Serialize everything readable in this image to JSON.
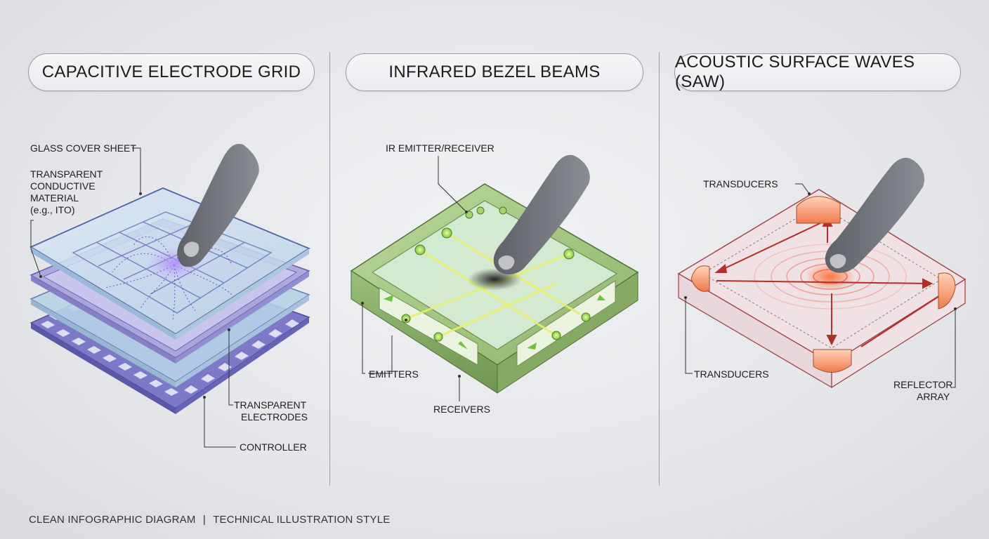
{
  "panels": [
    {
      "title": "CAPACITIVE ELECTRODE GRID",
      "labels": {
        "glass_cover": "GLASS COVER SHEET",
        "conductive_material": "TRANSPARENT CONDUCTIVE MATERIAL (e.g., ITO)",
        "conductive_line1": "TRANSPARENT",
        "conductive_line2": "CONDUCTIVE",
        "conductive_line3": "MATERIAL",
        "conductive_line4": "(e.g., ITO)",
        "electrodes_line1": "TRANSPARENT",
        "electrodes_line2": "ELECTRODES",
        "controller": "CONTROLLER"
      },
      "accent": "#7b6fd6"
    },
    {
      "title": "INFRARED BEZEL BEAMS",
      "labels": {
        "emitter_receiver": "IR EMITTER/RECEIVER",
        "emitters": "EMITTERS",
        "receivers": "RECEIVERS"
      },
      "accent": "#8fd14a"
    },
    {
      "title": "ACOUSTIC SURFACE WAVES (SAW)",
      "labels": {
        "transducers_top": "TRANSDUCERS",
        "transducers_bottom": "TRANSDUCERS",
        "reflector_line1": "REFLECTOR",
        "reflector_line2": "ARRAY"
      },
      "accent": "#f06a3c"
    }
  ],
  "footer": {
    "left": "CLEAN INFOGRAPHIC DIAGRAM",
    "separator": "|",
    "right": "TECHNICAL ILLUSTRATION STYLE"
  },
  "icons": [
    "finger-icon",
    "electrode-grid-icon",
    "ir-beam-icon",
    "sound-wave-icon"
  ]
}
